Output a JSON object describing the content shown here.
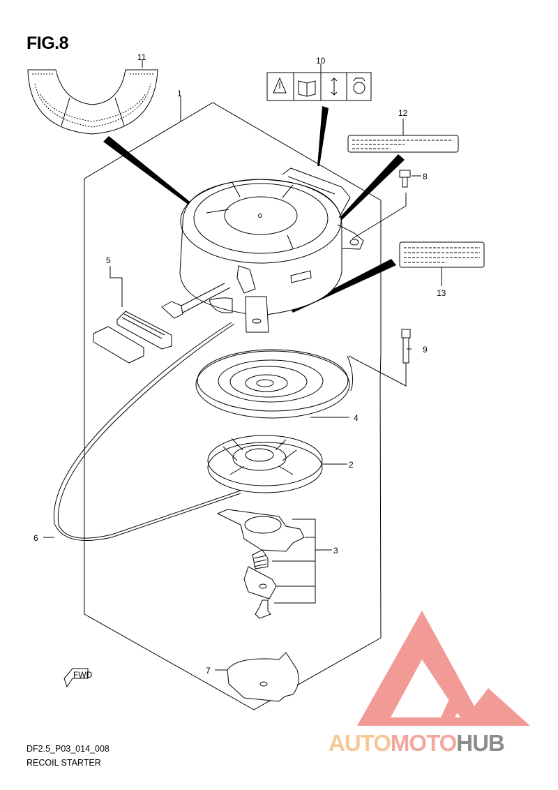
{
  "figure_label": "FIG.8",
  "footer": {
    "code": "DF2.5_P03_014_008",
    "name": "RECOIL STARTER"
  },
  "callouts": {
    "c1": "1",
    "c2": "2",
    "c3": "3",
    "c4": "4",
    "c5": "5",
    "c6": "6",
    "c7": "7",
    "c8": "8",
    "c9": "9",
    "c10": "10",
    "c11": "11",
    "c12": "12",
    "c13": "13"
  },
  "fwd_label": "FWD",
  "watermark": {
    "part1": "AUTO",
    "part2": "MOTO",
    "part3": "HUB",
    "colors": {
      "auto": "#f6c896",
      "moto": "#f3a79d",
      "hub": "#8c8c8c",
      "triangle": "#f08a84"
    }
  }
}
